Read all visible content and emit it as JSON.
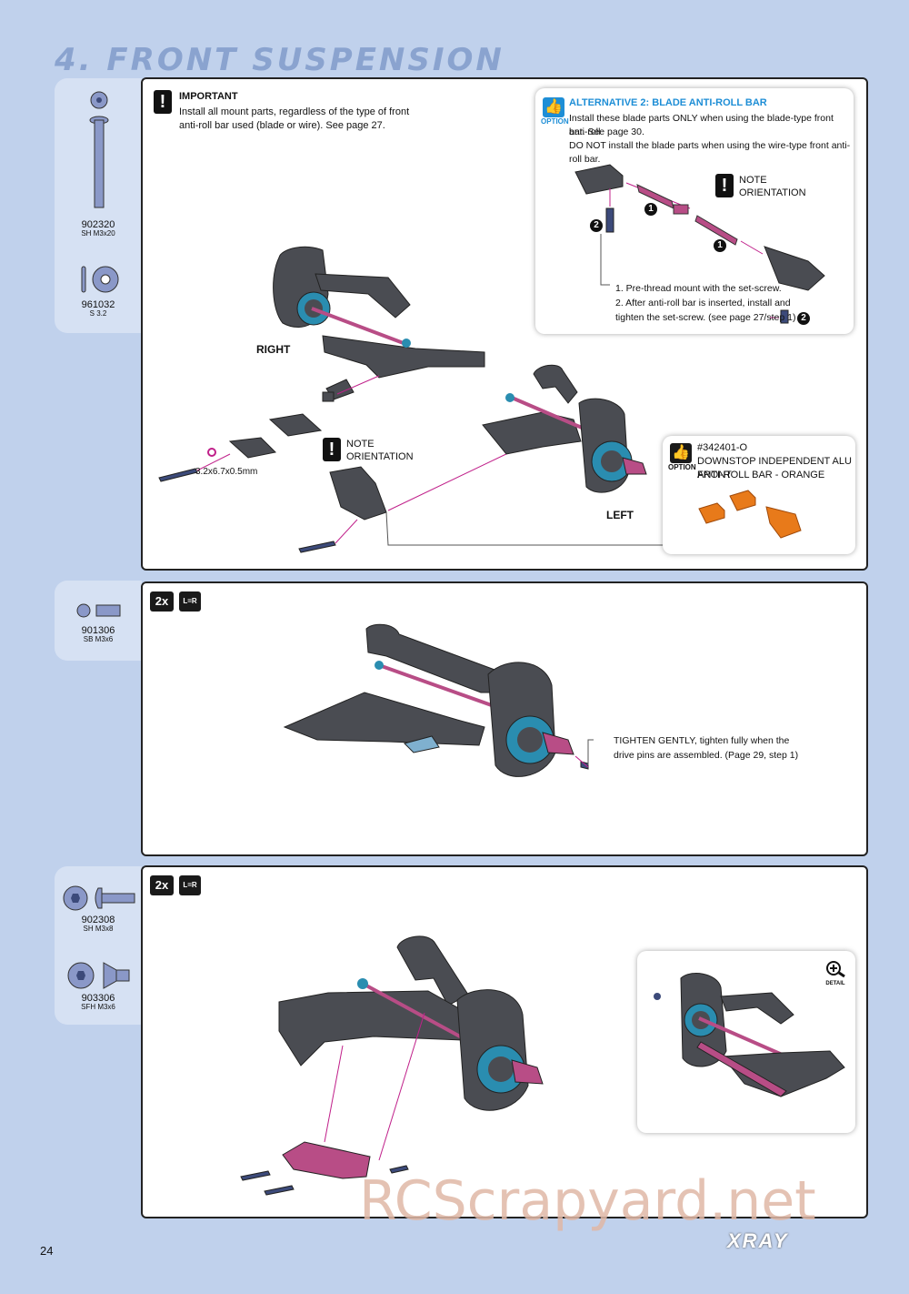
{
  "page": {
    "title": "4. FRONT SUSPENSION",
    "number": "24",
    "logo": "XRAY",
    "watermark": "RCScrapyard.net"
  },
  "parts_groups": [
    {
      "items": [
        {
          "code": "902320",
          "spec": "SH M3x20"
        },
        {
          "code": "961032",
          "spec": "S 3.2"
        }
      ]
    },
    {
      "items": [
        {
          "code": "901306",
          "spec": "SB M3x6"
        }
      ]
    },
    {
      "items": [
        {
          "code": "902308",
          "spec": "SH M3x8"
        },
        {
          "code": "903306",
          "spec": "SFH M3x6"
        }
      ]
    }
  ],
  "step1": {
    "important_title": "IMPORTANT",
    "important_text_1": "Install all mount parts, regardless of the type of front",
    "important_text_2": "anti-roll bar used (blade or wire).  See page 27.",
    "right_label": "RIGHT",
    "left_label": "LEFT",
    "washer_label": "3.2x6.7x0.5mm",
    "note_title_1": "NOTE",
    "note_title_2": "ORIENTATION",
    "alt": {
      "icon_label": "OPTION",
      "title": "ALTERNATIVE 2: BLADE ANTI-ROLL BAR",
      "line1": "Install these blade parts ONLY when using the blade-type front anti-roll",
      "line2": "bar.  See page 30.",
      "line3": "DO NOT install the blade parts when using the wire-type front anti-roll bar.",
      "note_1": "NOTE",
      "note_2": "ORIENTATION",
      "instr1": "1. Pre-thread mount with the set-screw.",
      "instr2": "2. After anti-roll bar is inserted, install and",
      "instr3": "tighten the set-screw. (see page 27/step 1)",
      "n1": "1",
      "n2": "2"
    },
    "option": {
      "icon_label": "OPTION",
      "part_no": "#342401-O",
      "name1": "DOWNSTOP INDEPENDENT ALU FRONT",
      "name2": "ANTI-ROLL BAR - ORANGE"
    }
  },
  "step2": {
    "qty": "2x",
    "lr": "L=R",
    "note1": "TIGHTEN GENTLY, tighten fully when the",
    "note2": "drive pins are assembled. (Page 29, step 1)"
  },
  "step3": {
    "qty": "2x",
    "lr": "L=R",
    "detail_label": "DETAIL"
  },
  "colors": {
    "background": "#c0d1ec",
    "accent": "#1e8ed6",
    "pink": "#c0208a",
    "part_gray": "#4a4c52",
    "orange": "#e87a1a"
  }
}
